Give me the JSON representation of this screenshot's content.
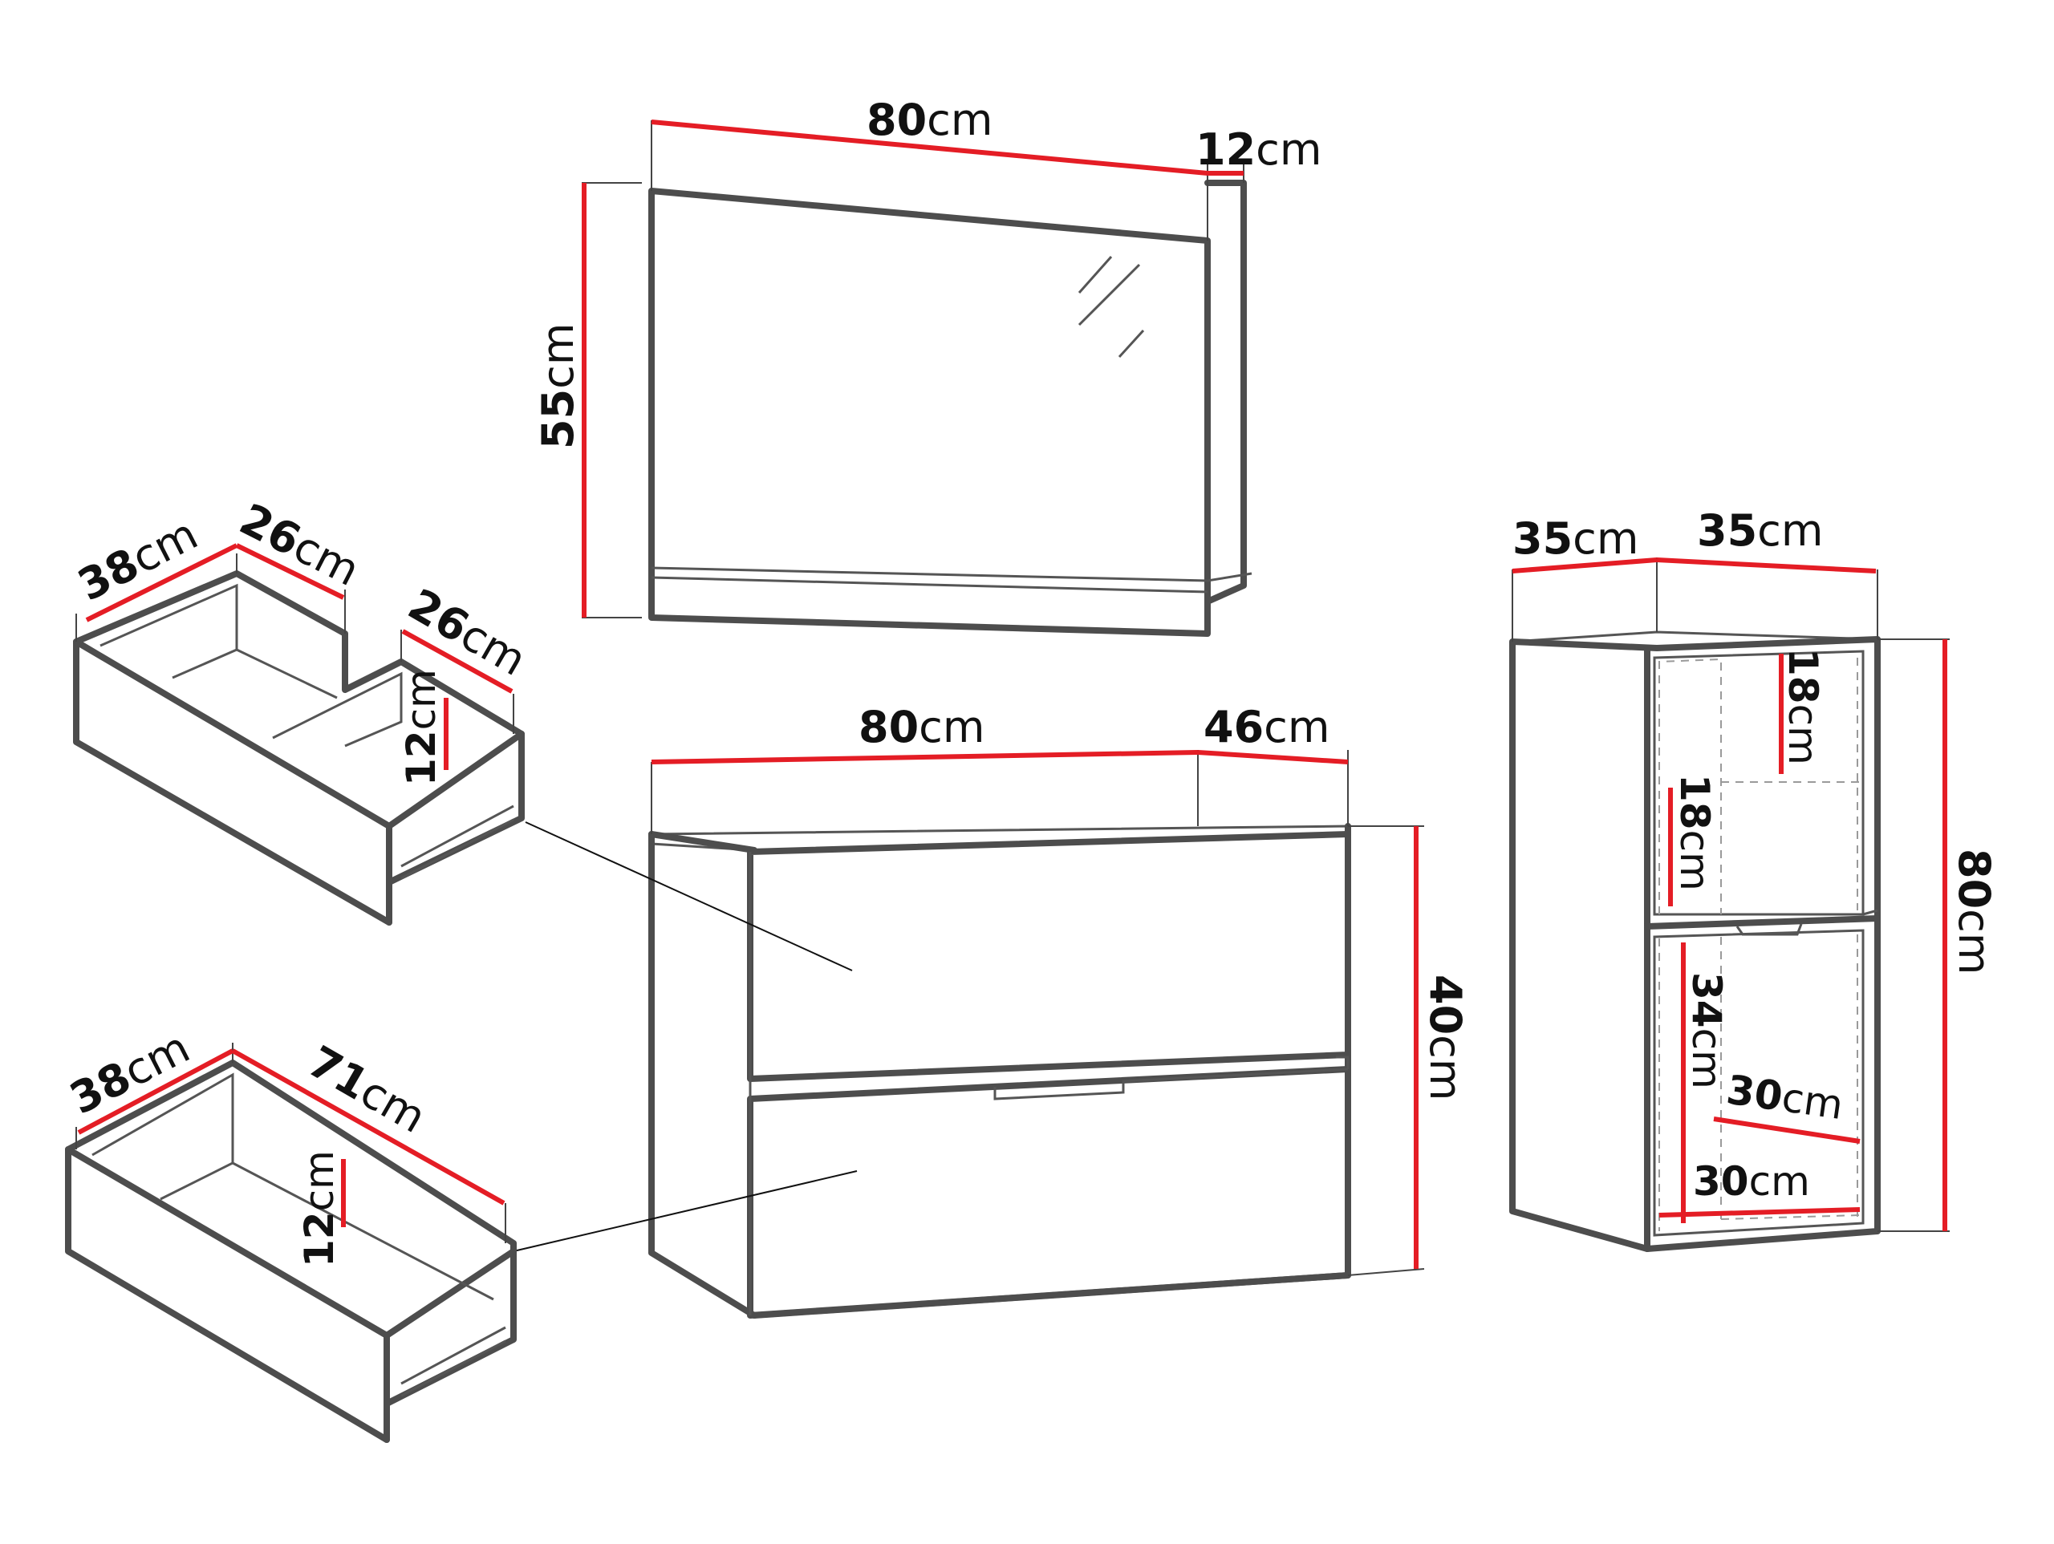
{
  "unit": "cm",
  "colors": {
    "dimension_line": "#e41d25",
    "outline": "#4d4d4d",
    "background": "#ffffff"
  },
  "mirror": {
    "width": "80",
    "depth": "12",
    "height": "55"
  },
  "vanity": {
    "width": "80",
    "depth": "46",
    "height": "40"
  },
  "upper_drawer": {
    "depth": "38",
    "compartment_a": "26",
    "compartment_b": "26",
    "inner_height": "12"
  },
  "lower_drawer": {
    "depth": "38",
    "width": "71",
    "inner_height": "12"
  },
  "tall_cabinet": {
    "width": "35",
    "depth": "35",
    "height": "80",
    "shelf_upper_height": "18",
    "shelf_lower_height": "18",
    "cabinet_inner_height": "34",
    "cabinet_inner_width": "30",
    "cabinet_inner_depth": "30"
  }
}
